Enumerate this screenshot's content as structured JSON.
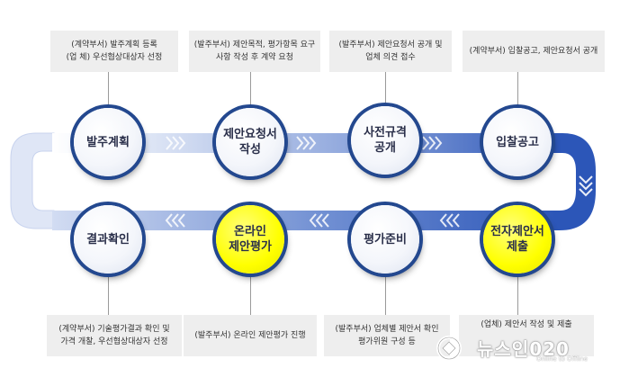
{
  "top_notes": [
    {
      "lines": [
        "(계약부서) 발주계획 등록",
        "(업       체) 우선협상대상자 선정"
      ]
    },
    {
      "lines": [
        "(발주부서) 제안목적, 평가항목 요구",
        "사항 작성 후 계약 요청"
      ]
    },
    {
      "lines": [
        "(발주부서) 제안요청서 공개 및",
        "업체 의견 접수"
      ]
    },
    {
      "lines": [
        "(계약부서) 입찰공고, 제안요청서 공개"
      ]
    }
  ],
  "bottom_notes": [
    {
      "lines": [
        "(계약부서) 기술평가결과 확인 및",
        "가격 개찰, 우선협상대상자 선정"
      ]
    },
    {
      "lines": [
        "(발주부서) 온라인 제안평가 진행"
      ]
    },
    {
      "lines": [
        "(발주부서) 업체별 제안서 확인",
        "평가위원 구성 등"
      ]
    },
    {
      "lines": [
        "(업체) 제안서 작성 및 제출"
      ]
    }
  ],
  "steps_top": [
    {
      "lines": [
        "발주계획"
      ],
      "highlight": false
    },
    {
      "lines": [
        "제안요청서",
        "작성"
      ],
      "highlight": false
    },
    {
      "lines": [
        "사전규격",
        "공개"
      ],
      "highlight": false
    },
    {
      "lines": [
        "입찰공고"
      ],
      "highlight": false
    }
  ],
  "steps_bottom": [
    {
      "lines": [
        "결과확인"
      ],
      "highlight": false
    },
    {
      "lines": [
        "온라인",
        "제안평가"
      ],
      "highlight": true
    },
    {
      "lines": [
        "평가준비"
      ],
      "highlight": false
    },
    {
      "lines": [
        "전자제안서",
        "제출"
      ],
      "highlight": true
    }
  ],
  "colors": {
    "band_light": "#dde5f6",
    "band_dark": "#2c56b8",
    "circle_ring": "#23488f",
    "highlight": "#ffff00"
  },
  "watermark": {
    "name": "뉴스인020",
    "tagline": "Online to Offline"
  }
}
